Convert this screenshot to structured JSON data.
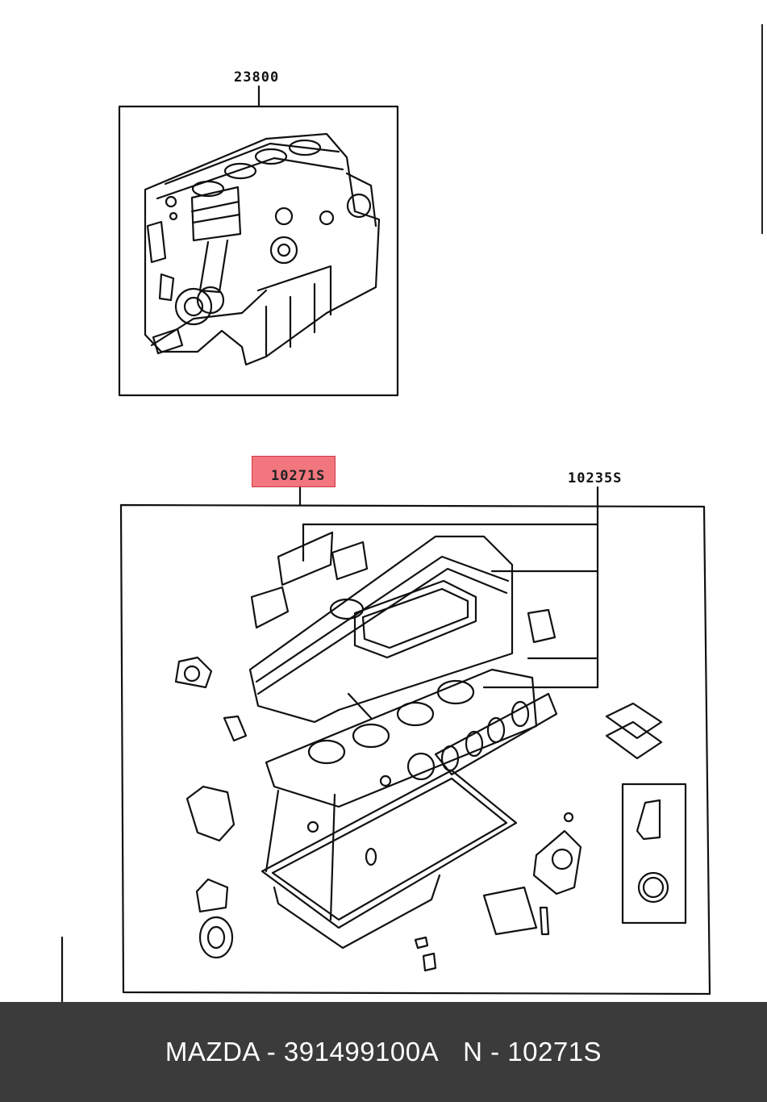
{
  "callouts": {
    "block_assembly": "23800",
    "gasket_kit": "10271S",
    "gasket_set": "10235S"
  },
  "footer": {
    "brand_part": "MAZDA - 391499100A",
    "ref": "N - 10271S"
  },
  "colors": {
    "highlight": "#ee505a",
    "footer_bg": "#3b3b3b",
    "ink": "#111111"
  }
}
